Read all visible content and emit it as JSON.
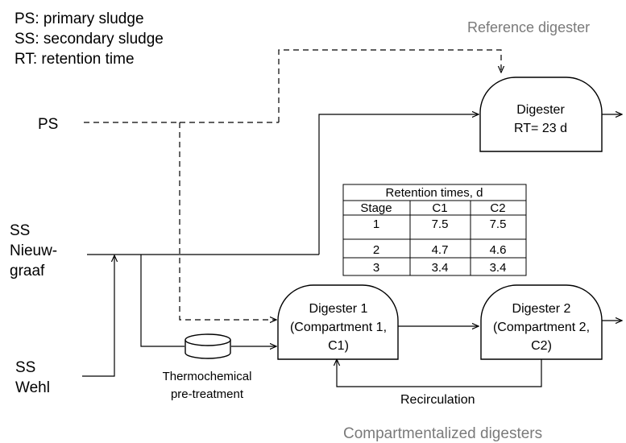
{
  "legend": [
    "PS: primary sludge",
    "SS: secondary sludge",
    "RT: retention time"
  ],
  "labels": {
    "reference_digester": "Reference digester",
    "compartmentalized_digesters": "Compartmentalized digesters",
    "recirculation": "Recirculation"
  },
  "inputs": {
    "ps": "PS",
    "ss_nieuwgraaf": [
      "SS",
      "Nieuw-",
      "graaf"
    ],
    "ss_wehl": [
      "SS",
      "Wehl"
    ]
  },
  "reference_box": [
    "Digester",
    "RT= 23 d"
  ],
  "digester1": [
    "Digester 1",
    "(Compartment 1,",
    "C1)"
  ],
  "digester2": [
    "Digester 2",
    "(Compartment 2,",
    "C2)"
  ],
  "pretreatment": [
    "Thermochemical",
    "pre-treatment"
  ],
  "table": {
    "title": "Retention times, d",
    "headers": [
      "Stage",
      "C1",
      "C2"
    ],
    "rows": [
      [
        "1",
        "7.5",
        "7.5"
      ],
      [
        "2",
        "4.7",
        "4.6"
      ],
      [
        "3",
        "3.4",
        "3.4"
      ]
    ]
  }
}
